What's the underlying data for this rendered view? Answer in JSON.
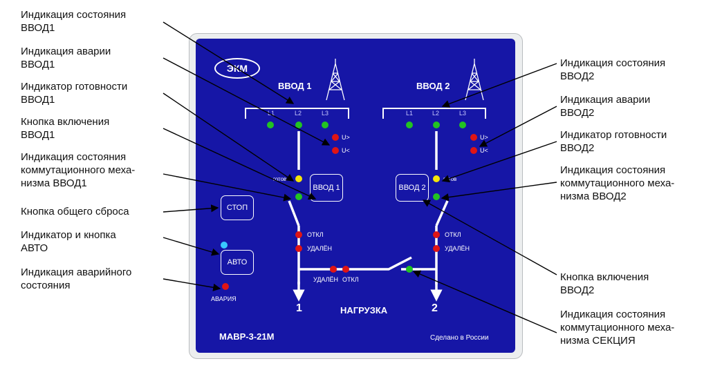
{
  "callouts_left": [
    "Индикация состояния\nВВОД1",
    "Индикация аварии\nВВОД1",
    "Индикатор готовности\nВВОД1",
    "Кнопка включения\nВВОД1",
    "Индикация состояния\nкоммутационного меха-\nнизма ВВОД1",
    "Кнопка общего сброса",
    "Индикатор и кнопка\nАВТО",
    "Индикация аварийного\nсостояния"
  ],
  "callouts_right": [
    "Индикация состояния\nВВОД2",
    "Индикация аварии\nВВОД2",
    "Индикатор готовности\nВВОД2",
    "Индикация состояния\nкоммутационного меха-\nнизма ВВОД2",
    "Кнопка включения\nВВОД2",
    "Индикация состояния\nкоммутационного меха-\nнизма СЕКЦИЯ"
  ],
  "panel": {
    "logo": "ЭКМ",
    "input1": "ВВОД 1",
    "input2": "ВВОД 2",
    "phases": [
      "L1",
      "L2",
      "L3"
    ],
    "u_over": "U>",
    "u_under": "U<",
    "ready": "готов",
    "btn_input1": "ВВОД 1",
    "btn_input2": "ВВОД 2",
    "btn_stop": "СТОП",
    "btn_auto": "АВТО",
    "off": "ОТКЛ",
    "remote": "УДАЛЁН",
    "alarm": "АВАРИЯ",
    "out1": "1",
    "out2": "2",
    "load": "НАГРУЗКА",
    "model": "МАВР-3-21М",
    "made_in": "Сделано в России"
  },
  "colors": {
    "panel": "#1616a6",
    "led_green": "#22c322",
    "led_red": "#e01515",
    "led_yellow": "#f4e40a",
    "led_cyan": "#38c8ff"
  }
}
